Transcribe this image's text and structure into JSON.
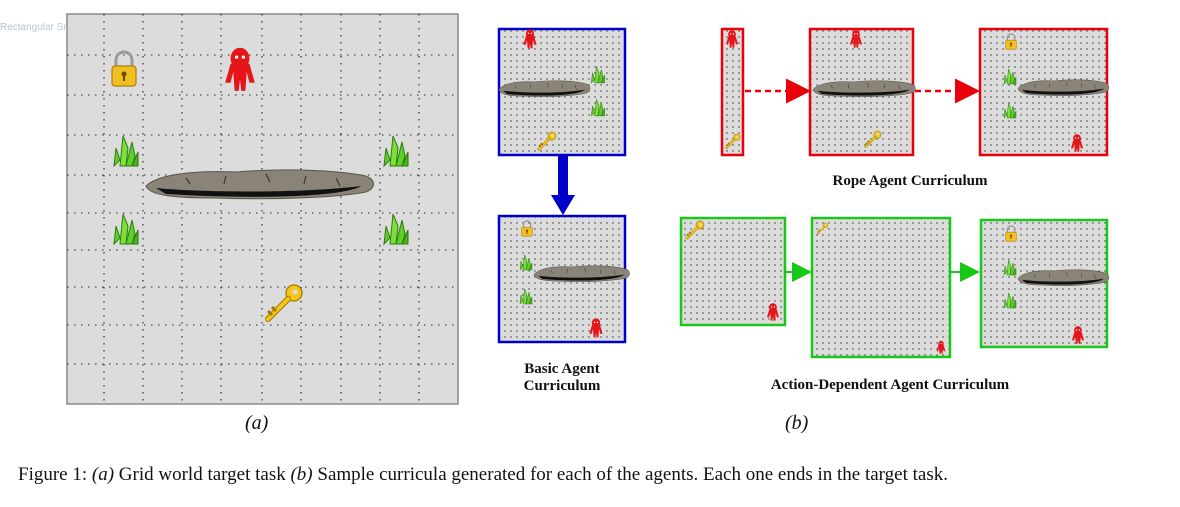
{
  "screen_overlay": "Rectangular Snip",
  "panel_a_label": "(a)",
  "panel_b_label": "(b)",
  "curricula": {
    "basic": {
      "line1": "Basic Agent",
      "line2": "Curriculum"
    },
    "rope": "Rope Agent Curriculum",
    "action_dependent": "Action-Dependent Agent Curriculum"
  },
  "caption": {
    "prefix": "Figure 1: ",
    "a": "(a)",
    "a_text": " Grid world target task ",
    "b": "(b)",
    "b_text": " Sample curricula generated for each of the agents. Each one ends in the target task."
  },
  "colors": {
    "basic": "#0000c8",
    "rope": "#e8000b",
    "action_dependent": "#19c719",
    "grid_bg": "#dcdcdc"
  }
}
